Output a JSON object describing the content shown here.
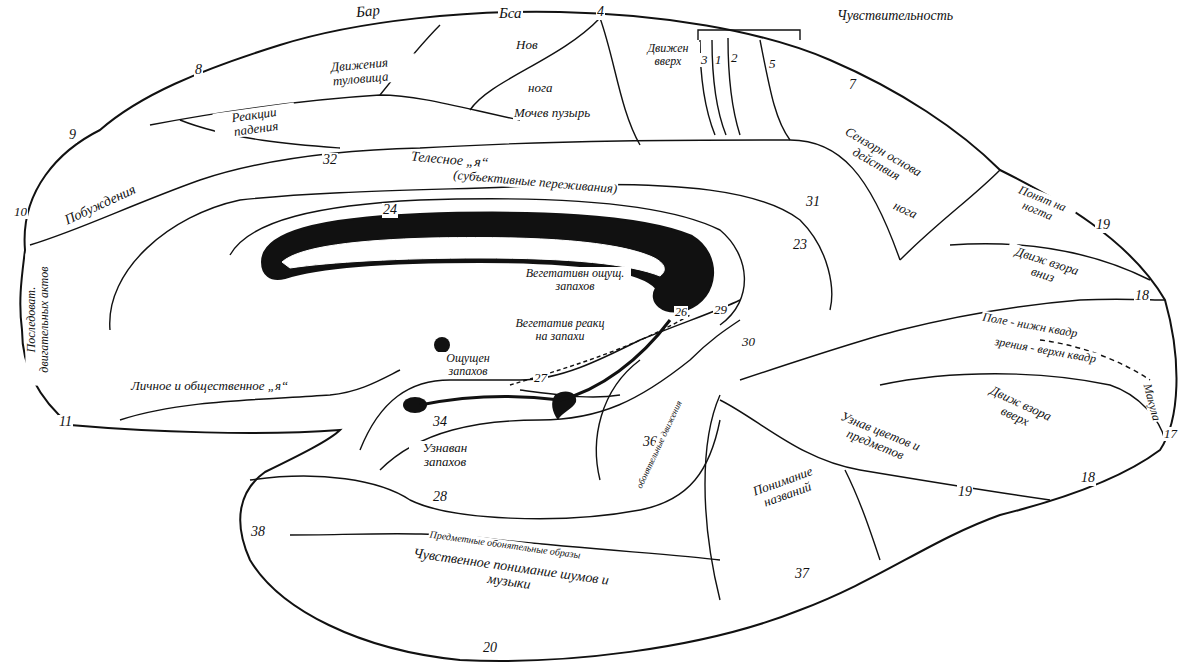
{
  "diagram": {
    "labels": [
      "Бар",
      "Бса",
      "4",
      "Чувствительность",
      "3",
      "1",
      "2",
      "5",
      "Движения туловища",
      "Нов",
      "Движен вверх",
      "нога",
      "Мочев пузырь",
      "7",
      "8",
      "Реакции падения",
      "9",
      "10",
      "Побуждения",
      "32",
      "Телесное „я“",
      "(субъективные переживания)",
      "Сензорн основа действия",
      "нога",
      "31",
      "24",
      "Понят на ногта",
      "19",
      "23",
      "Движ взора вниз",
      "18",
      "Вегетативн ощущ. запахов",
      "Вегетатив реакц на запахи",
      "26",
      "29",
      "30",
      "Последоват. двигательных актов",
      "Поле - нижн квадр",
      "зрения - верхн квадр",
      "Ощущен запахов",
      "27",
      "Движ взора вверх",
      "Макула",
      "17",
      "Личное и общественное „я“",
      "11",
      "34",
      "Узнаван запахов",
      "36",
      "обонятельные движения",
      "Узнав цветов и предметов",
      "19",
      "18",
      "Понимание названий",
      "28",
      "Предметные обонятельные образы",
      "38",
      "37",
      "Чувственное понимание шумов и музыки",
      "20"
    ]
  }
}
